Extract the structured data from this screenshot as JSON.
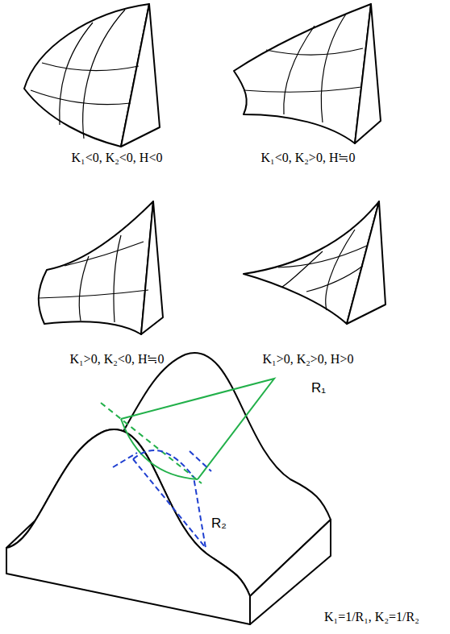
{
  "diagram": {
    "labels": [
      "K₁<0, K₂<0, H<0",
      "K₁<0, K₂>0, H≒0",
      "K₁>0, K₂<0, H≒0",
      "K₁>0, K₂>0, H>0",
      "R₁",
      "R₂",
      "K₁=1/R₁, K₂=1/R₂"
    ]
  }
}
